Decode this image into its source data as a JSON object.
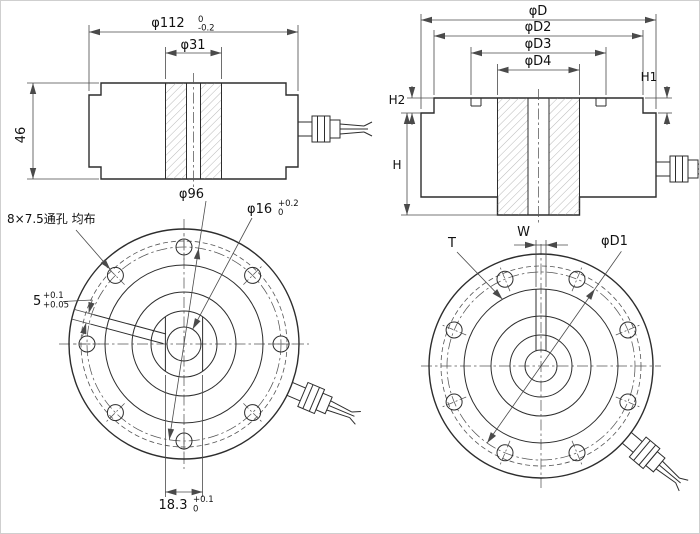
{
  "colors": {
    "line": "#2d2d2d",
    "background": "#ffffff"
  },
  "drawing": {
    "side_left": {
      "d112": "φ112",
      "d112_up": "0",
      "d112_dn": "-0.2",
      "d31": "φ31",
      "h46": "46"
    },
    "side_right": {
      "dD": "φD",
      "dD2": "φD2",
      "dD3": "φD3",
      "dD4": "φD4",
      "h1": "H1",
      "h2": "H2",
      "h": "H"
    },
    "front_left": {
      "note": "8×7.5通孔 均布",
      "d96": "φ96",
      "d16": "φ16",
      "d16_up": "+0.2",
      "d16_dn": "0",
      "w5": "5",
      "w5_up": "+0.1",
      "w5_dn": "+0.05",
      "w183": "18.3",
      "w183_up": "+0.1",
      "w183_dn": "0"
    },
    "front_right": {
      "t": "T",
      "w": "W",
      "dD1": "φD1"
    }
  }
}
